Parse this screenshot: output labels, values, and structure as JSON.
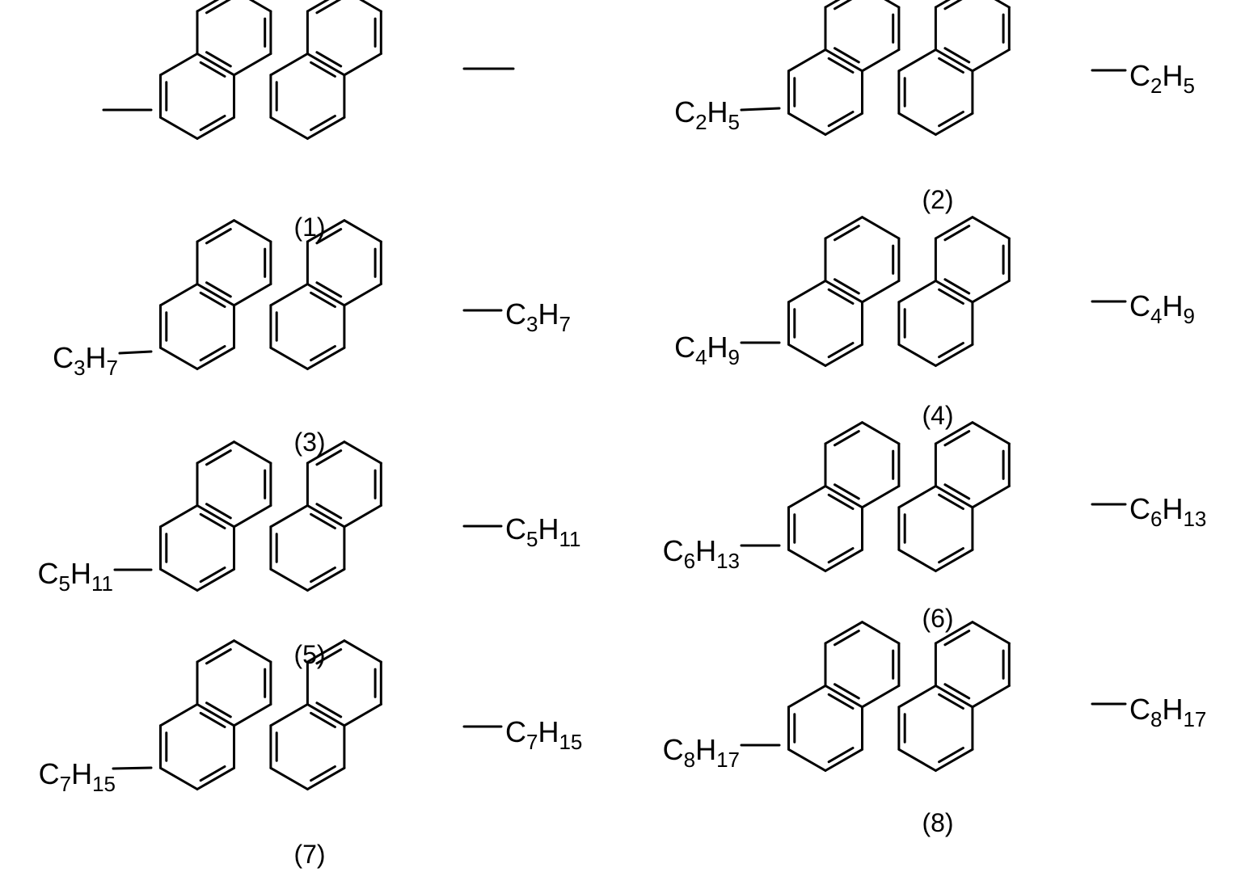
{
  "figure": {
    "compounds": [
      {
        "label": "(1)",
        "left": {
          "main": "",
          "sub": []
        },
        "right": {
          "main": "",
          "sub": []
        }
      },
      {
        "label": "(2)",
        "left": {
          "C": "C",
          "n": "2",
          "H": "H",
          "m": "5"
        },
        "right": {
          "C": "C",
          "n": "2",
          "H": "H",
          "m": "5"
        }
      },
      {
        "label": "(3)",
        "left": {
          "C": "C",
          "n": "3",
          "H": "H",
          "m": "7"
        },
        "right": {
          "C": "C",
          "n": "3",
          "H": "H",
          "m": "7"
        }
      },
      {
        "label": "(4)",
        "left": {
          "C": "C",
          "n": "4",
          "H": "H",
          "m": "9"
        },
        "right": {
          "C": "C",
          "n": "4",
          "H": "H",
          "m": "9"
        }
      },
      {
        "label": "(5)",
        "left": {
          "C": "C",
          "n": "5",
          "H": "H",
          "m": "11"
        },
        "right": {
          "C": "C",
          "n": "5",
          "H": "H",
          "m": "11"
        }
      },
      {
        "label": "(6)",
        "left": {
          "C": "C",
          "n": "6",
          "H": "H",
          "m": "13"
        },
        "right": {
          "C": "C",
          "n": "6",
          "H": "H",
          "m": "13"
        }
      },
      {
        "label": "(7)",
        "left": {
          "C": "C",
          "n": "7",
          "H": "H",
          "m": "15"
        },
        "right": {
          "C": "C",
          "n": "7",
          "H": "H",
          "m": "15"
        }
      },
      {
        "label": "(8)",
        "left": {
          "C": "C",
          "n": "8",
          "H": "H",
          "m": "17"
        },
        "right": {
          "C": "C",
          "n": "8",
          "H": "H",
          "m": "17"
        }
      }
    ],
    "bond_color": "#000000",
    "background": "#ffffff"
  }
}
